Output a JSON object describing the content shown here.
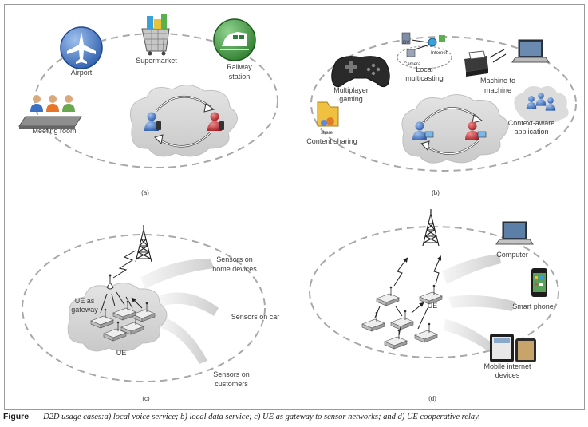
{
  "panels": {
    "a": {
      "tag": "(a)",
      "labels": {
        "airport": "Airport",
        "supermarket": "Supermarket",
        "railway_line1": "Railway",
        "railway_line2": "station",
        "meeting_room": "Meeting room"
      }
    },
    "b": {
      "tag": "(b)",
      "labels": {
        "multiplayer_line1": "Multiplayer",
        "multiplayer_line2": "gaming",
        "local_line1": "Local",
        "local_line2": "multicasting",
        "machine_line1": "Machine to",
        "machine_line2": "machine",
        "content_sharing": "Content sharing",
        "context_line1": "Context-aware",
        "context_line2": "application",
        "dv": "DV",
        "internet": "Internet",
        "camera": "Camera",
        "share": "share"
      }
    },
    "c": {
      "tag": "(c)",
      "labels": {
        "home_line1": "Sensors on",
        "home_line2": "home devices",
        "gateway_line1": "UE as",
        "gateway_line2": "gateway",
        "car": "Sensors on car",
        "customers_line1": "Sensors on",
        "customers_line2": "customers",
        "ue": "UE"
      }
    },
    "d": {
      "tag": "(d)",
      "labels": {
        "computer": "Computer",
        "smart_phone": "Smart phone",
        "mobile_line1": "Mobile internet",
        "mobile_line2": "devices",
        "ue": "UE"
      }
    }
  },
  "caption": {
    "figure": "Figure",
    "text": "D2D usage cases:a) local voice service; b) local data service; c) UE as gateway to sensor networks; and d) UE cooperative relay."
  },
  "colors": {
    "dash": "#a8a8a8",
    "cloud": "#d6d6d6",
    "airport_blue": "#2f63b8",
    "railway_green": "#2e7d3a",
    "user_blue": "#4a76b8",
    "user_red": "#c0272d"
  }
}
